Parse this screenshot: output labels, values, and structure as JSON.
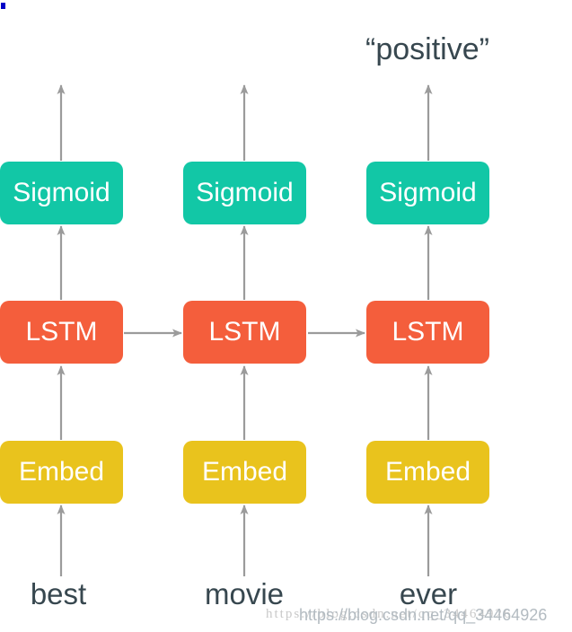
{
  "output_label": "“positive”",
  "columns": [
    {
      "word": "best",
      "sigmoid": "Sigmoid",
      "lstm": "LSTM",
      "embed": "Embed"
    },
    {
      "word": "movie",
      "sigmoid": "Sigmoid",
      "lstm": "LSTM",
      "embed": "Embed"
    },
    {
      "word": "ever",
      "sigmoid": "Sigmoid",
      "lstm": "LSTM",
      "embed": "Embed"
    }
  ],
  "watermark": {
    "serif_text": "https://blog.csdn.net/qq_34464926",
    "sans_text": "https://blog.csdn.net/qq_34464926"
  },
  "colors": {
    "sigmoid": "#12c7a6",
    "lstm": "#f45e3c",
    "embed": "#e9c31d",
    "arrow": "#9b9b9b",
    "word-text": "#37474f",
    "watermark-serif": "#c9c9c9",
    "watermark-sans": "#b3bbc1",
    "artifact-blue": "#0000c8"
  }
}
